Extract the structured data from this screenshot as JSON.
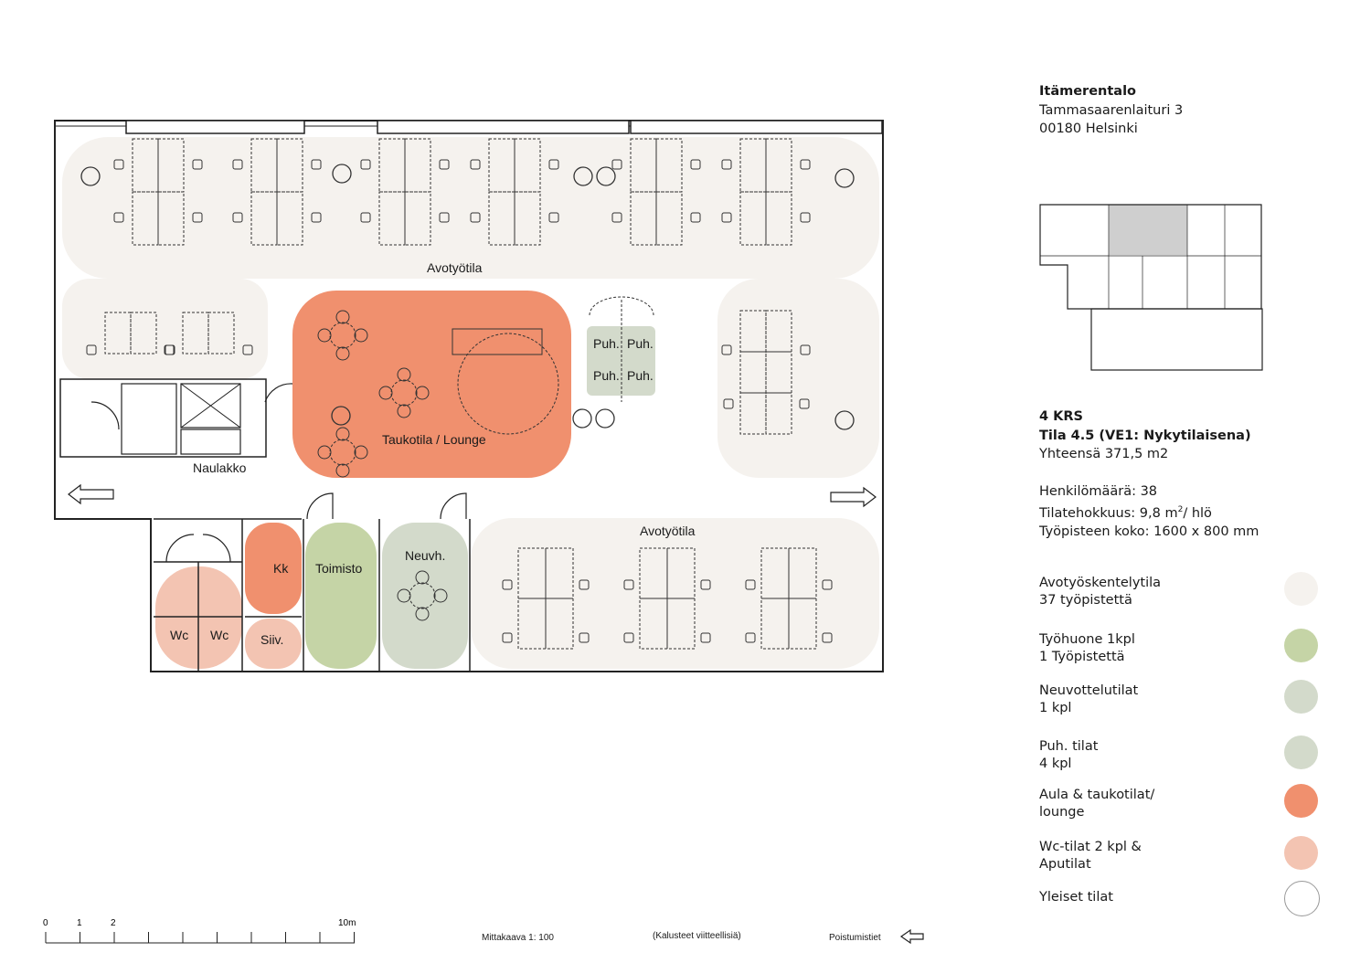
{
  "building": {
    "name": "Itämerentalo",
    "street": "Tammasaarenlaituri 3",
    "city": "00180 Helsinki"
  },
  "summary": {
    "floor": "4 KRS",
    "space": "Tila 4.5 (VE1: Nykytilaisena)",
    "total_area": "Yhteensä 371,5 m2",
    "persons": "Henkilömäärä: 38",
    "efficiency_prefix": "Tilatehokkuus:  9,8 m",
    "efficiency_sup": "2",
    "efficiency_suffix": "/ hlö",
    "workstation_size": "Työpisteen koko: 1600 x 800 mm"
  },
  "legend": [
    {
      "line1": "Avotyöskentelytila",
      "line2": "37 työpistettä",
      "color": "#f5f2ee"
    },
    {
      "line1": "Työhuone 1kpl",
      "line2": "1 Työpistettä",
      "color": "#c5d4a6"
    },
    {
      "line1": "Neuvottelutilat",
      "line2": "1 kpl",
      "color": "#d3dacb"
    },
    {
      "line1": "Puh. tilat",
      "line2": "4 kpl",
      "color": "#d3dacb"
    },
    {
      "line1": "Aula & taukotilat/",
      "line2": "lounge",
      "color": "#f0906e"
    },
    {
      "line1": "Wc-tilat 2 kpl &",
      "line2": "Aputilat",
      "color": "#f3c4b2"
    },
    {
      "line1": "Yleiset tilat",
      "line2": "",
      "color": "#ffffff"
    }
  ],
  "rooms": {
    "open_top": "Avotyötila",
    "open_bottom": "Avotyötila",
    "lounge": "Taukotila / Lounge",
    "phone": [
      "Puh.",
      "Puh.",
      "Puh.",
      "Puh."
    ],
    "cloakroom": "Naulakko",
    "kitchen": "Kk",
    "office": "Toimisto",
    "meeting": "Neuvh.",
    "wc": [
      "Wc",
      "Wc"
    ],
    "cleaning": "Siiv."
  },
  "footer": {
    "scale_ticks": [
      "0",
      "1",
      "2",
      "10m"
    ],
    "scale": "Mittakaava 1: 100",
    "furniture_note": "(Kalusteet viitteellisiä)",
    "exits": "Poistumistiet"
  }
}
